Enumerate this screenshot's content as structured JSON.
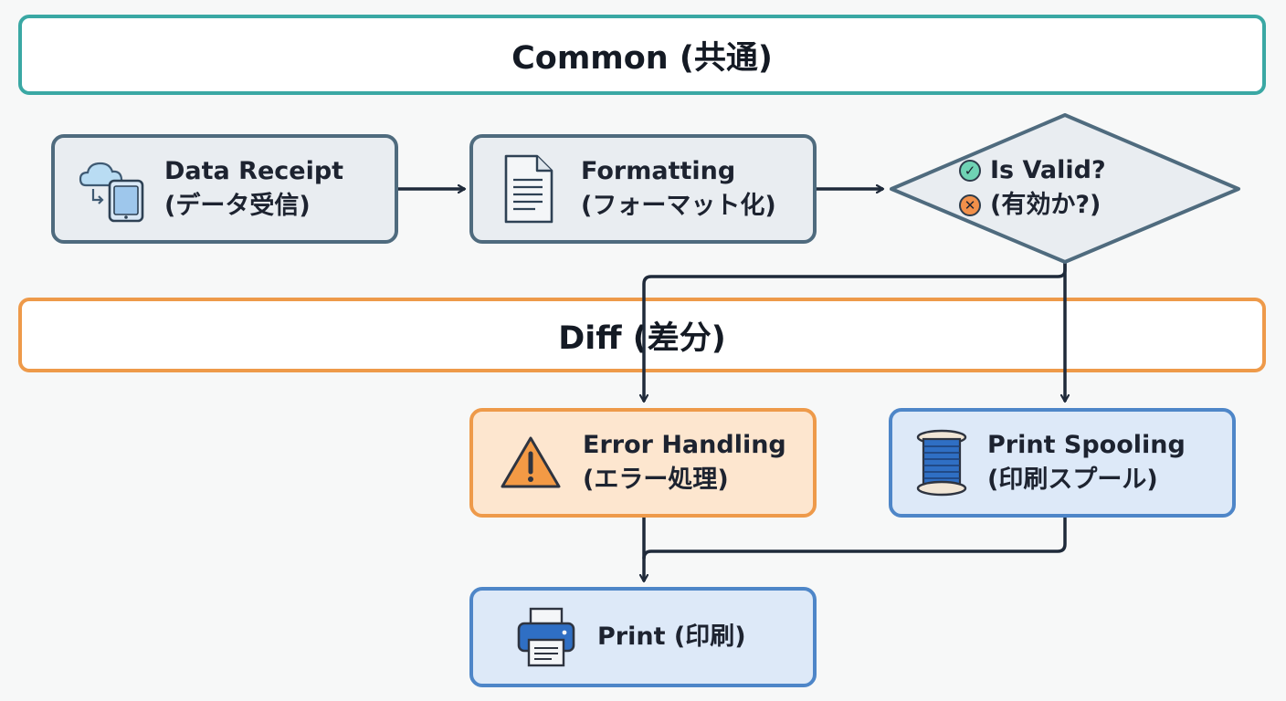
{
  "bands": {
    "common": "Common (共通)",
    "diff": "Diff (差分)"
  },
  "nodes": {
    "data_receipt": {
      "label": "Data Receipt\n(データ受信)",
      "icon": "cloud-to-tablet-icon"
    },
    "formatting": {
      "label": "Formatting\n(フォーマット化)",
      "icon": "document-icon"
    },
    "is_valid": {
      "line1": "Is Valid?",
      "line2": "(有効か?)",
      "icon_yes": "check-circle-icon",
      "icon_no": "x-circle-icon"
    },
    "error_handling": {
      "label": "Error Handling\n(エラー処理)",
      "icon": "warning-triangle-icon"
    },
    "print_spooling": {
      "label": "Print Spooling\n(印刷スプール)",
      "icon": "spool-icon"
    },
    "print": {
      "label": "Print (印刷)",
      "icon": "printer-icon"
    }
  },
  "colors": {
    "common_border": "#3aa8a4",
    "diff_border": "#ee9a4a",
    "grey_node_border": "#4f6b7e",
    "orange_node_fill": "#fde6cf",
    "blue_node_fill": "#dde9f8",
    "connector": "#1f2a3a"
  }
}
